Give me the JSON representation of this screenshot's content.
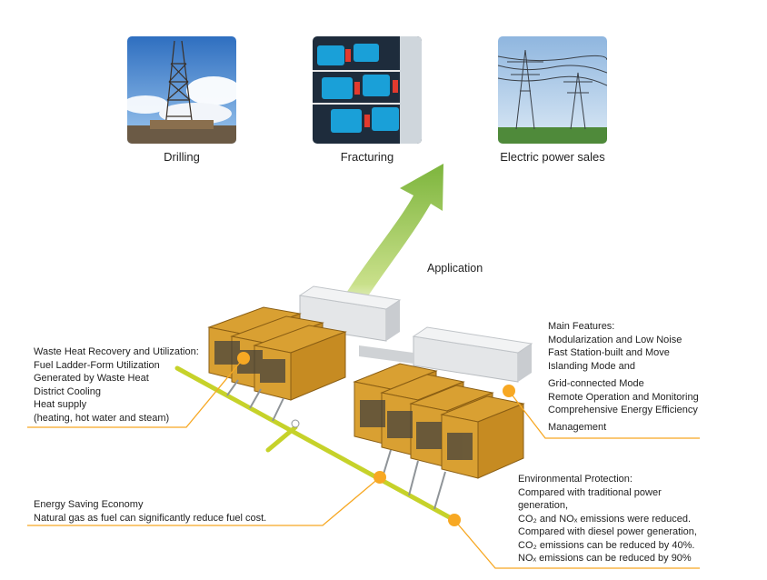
{
  "applications": [
    {
      "label": "Drilling"
    },
    {
      "label": "Fracturing"
    },
    {
      "label": "Electric power sales"
    }
  ],
  "arrow_label": "Application",
  "colors": {
    "accent": "#f7a823",
    "pipe": "#c6d22a",
    "arrow": "#8cbf4a",
    "unit": "#d9a032"
  },
  "waste_heat": {
    "title": "Waste Heat Recovery and Utilization:",
    "lines": [
      "Fuel Ladder-Form Utilization",
      "Generated by Waste Heat",
      "District Cooling",
      "Heat supply",
      "(heating, hot water and steam)"
    ]
  },
  "features": {
    "title": "Main Features:",
    "lines": [
      "Modularization and Low Noise",
      "Fast Station-built and Move",
      "Islanding Mode and",
      "Grid-connected Mode",
      "Remote Operation and Monitoring",
      "Comprehensive Energy Efficiency",
      "Management"
    ]
  },
  "economy": {
    "title": "Energy Saving Economy",
    "lines": [
      "Natural gas as fuel can significantly reduce fuel cost."
    ]
  },
  "environment": {
    "title": "Environmental Protection:",
    "lines": [
      "Compared with traditional power",
      "generation,",
      "CO₂ and NOₓ emissions were reduced.",
      "Compared with diesel power generation,",
      "CO₂ emissions can be reduced by 40%.",
      "NOₓ emissions can be reduced by 90%"
    ]
  }
}
